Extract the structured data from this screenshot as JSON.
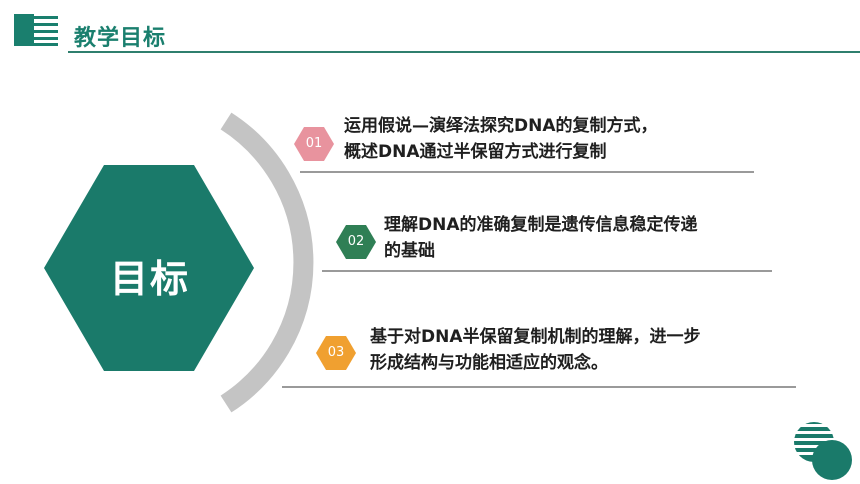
{
  "header": {
    "title": "教学目标"
  },
  "center": {
    "label": "目标"
  },
  "objectives": [
    {
      "number": "01",
      "line1": "运用假说—演绎法探究DNA的复制方式，",
      "line2": "概述DNA通过半保留方式进行复制",
      "color": "#e8939e"
    },
    {
      "number": "02",
      "line1": "理解DNA的准确复制是遗传信息稳定传递",
      "line2": "的基础",
      "color": "#2f7f55"
    },
    {
      "number": "03",
      "line1": "基于对DNA半保留复制机制的理解，进一步",
      "line2": "形成结构与功能相适应的观念。",
      "color": "#f0a030"
    }
  ],
  "colors": {
    "accent": "#1a7f6e",
    "hexagon": "#1a7a6a",
    "arc": "#c4c4c4"
  }
}
